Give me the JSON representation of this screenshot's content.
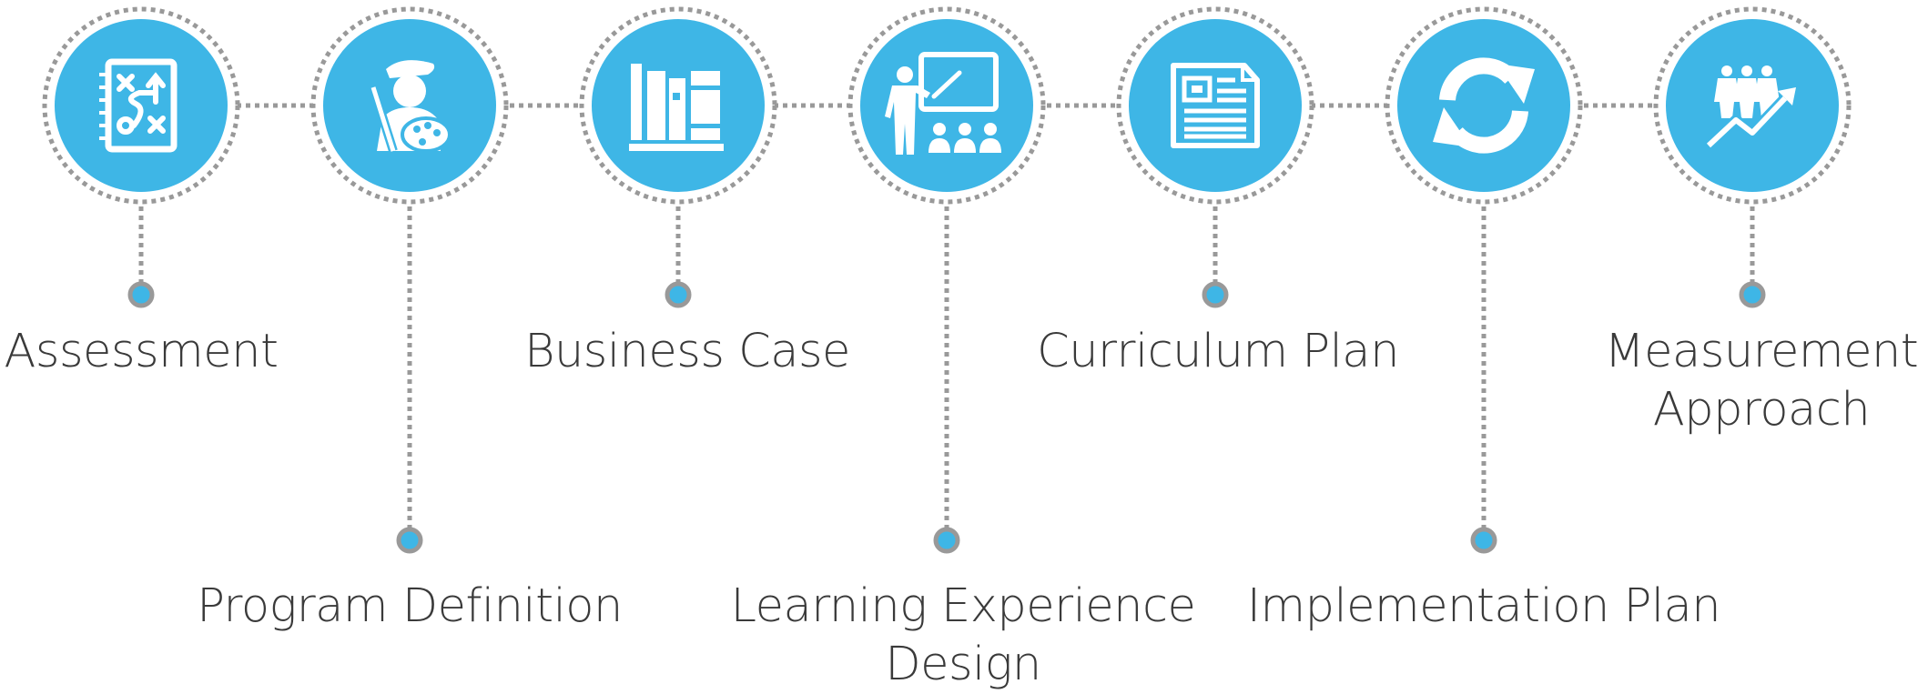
{
  "colors": {
    "accent": "#3eb6e6",
    "dotted": "#999999",
    "text": "#3a3a3a",
    "icon": "#ffffff"
  },
  "steps": [
    {
      "icon": "strategy-board-icon",
      "label_lines": [
        "Assessment"
      ],
      "label_position": "top"
    },
    {
      "icon": "painter-icon",
      "label_lines": [
        "Program Definition"
      ],
      "label_position": "bottom"
    },
    {
      "icon": "books-icon",
      "label_lines": [
        "Business Case"
      ],
      "label_position": "top"
    },
    {
      "icon": "teacher-presentation-icon",
      "label_lines": [
        "Learning Experience",
        "Design"
      ],
      "label_position": "bottom"
    },
    {
      "icon": "document-icon",
      "label_lines": [
        "Curriculum Plan"
      ],
      "label_position": "top"
    },
    {
      "icon": "refresh-cycle-icon",
      "label_lines": [
        "Implementation Plan"
      ],
      "label_position": "bottom"
    },
    {
      "icon": "team-growth-icon",
      "label_lines": [
        "Measurement",
        "Approach"
      ],
      "label_position": "top"
    }
  ]
}
